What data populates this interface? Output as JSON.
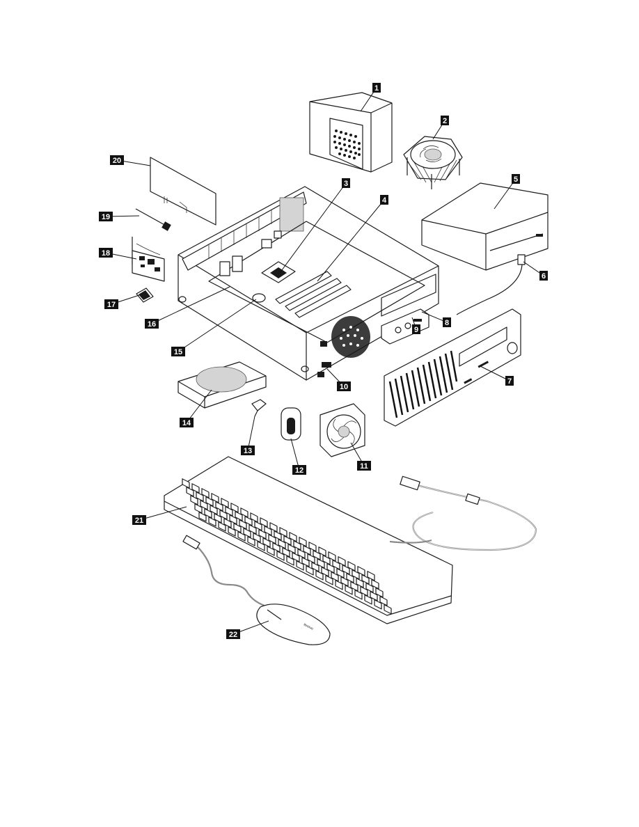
{
  "callouts": [
    {
      "id": "1",
      "name": "power-supply"
    },
    {
      "id": "2",
      "name": "heat-sink-fan"
    },
    {
      "id": "3",
      "name": "microprocessor"
    },
    {
      "id": "4",
      "name": "memory-module"
    },
    {
      "id": "5",
      "name": "optical-drive"
    },
    {
      "id": "6",
      "name": "cable-connector"
    },
    {
      "id": "7",
      "name": "front-bezel"
    },
    {
      "id": "8",
      "name": "cable"
    },
    {
      "id": "9",
      "name": "front-panel-connectors"
    },
    {
      "id": "10",
      "name": "rear-connectors"
    },
    {
      "id": "11",
      "name": "system-fan"
    },
    {
      "id": "12",
      "name": "internal-speaker"
    },
    {
      "id": "13",
      "name": "thermal-sensor"
    },
    {
      "id": "14",
      "name": "hard-disk-drive"
    },
    {
      "id": "15",
      "name": "coin-cell-battery"
    },
    {
      "id": "16",
      "name": "system-board"
    },
    {
      "id": "17",
      "name": "wifi-module"
    },
    {
      "id": "18",
      "name": "wifi-card"
    },
    {
      "id": "19",
      "name": "antenna"
    },
    {
      "id": "20",
      "name": "adapter-card"
    },
    {
      "id": "21",
      "name": "keyboard"
    },
    {
      "id": "22",
      "name": "mouse"
    }
  ],
  "mouse_brand": "lenovo",
  "colors": {
    "callout_bg": "#111111",
    "callout_text": "#ffffff",
    "line": "#1a1a1a",
    "cable": "#8a8a8a"
  }
}
